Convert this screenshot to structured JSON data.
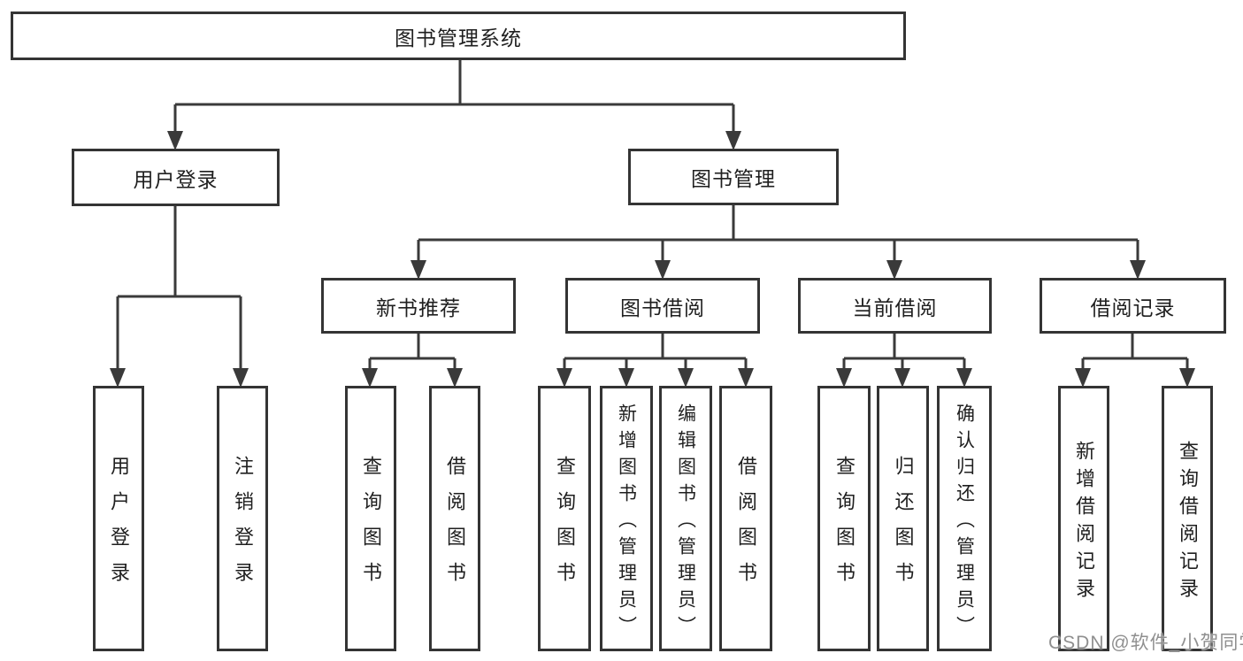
{
  "tree": {
    "label": "图书管理系统",
    "children": [
      {
        "label": "用户登录",
        "children": [
          {
            "label": "用户登录"
          },
          {
            "label": "注销登录"
          }
        ]
      },
      {
        "label": "图书管理",
        "children": [
          {
            "label": "新书推荐",
            "children": [
              {
                "label": "查询图书"
              },
              {
                "label": "借阅图书"
              }
            ]
          },
          {
            "label": "图书借阅",
            "children": [
              {
                "label": "查询图书"
              },
              {
                "label": "新增图书（管理员）"
              },
              {
                "label": "编辑图书（管理员）"
              },
              {
                "label": "借阅图书"
              }
            ]
          },
          {
            "label": "当前借阅",
            "children": [
              {
                "label": "查询图书"
              },
              {
                "label": "归还图书"
              },
              {
                "label": "确认归还（管理员）"
              }
            ]
          },
          {
            "label": "借阅记录",
            "children": [
              {
                "label": "新增借阅记录"
              },
              {
                "label": "查询借阅记录"
              }
            ]
          }
        ]
      }
    ]
  },
  "watermark": {
    "text": "CSDN @软件_小贺同学"
  },
  "colors": {
    "background": "#ffffff",
    "line": "#3a3a3a",
    "border": "#343434",
    "text": "#1f1f1f",
    "watermark": "#8f8f8f"
  }
}
